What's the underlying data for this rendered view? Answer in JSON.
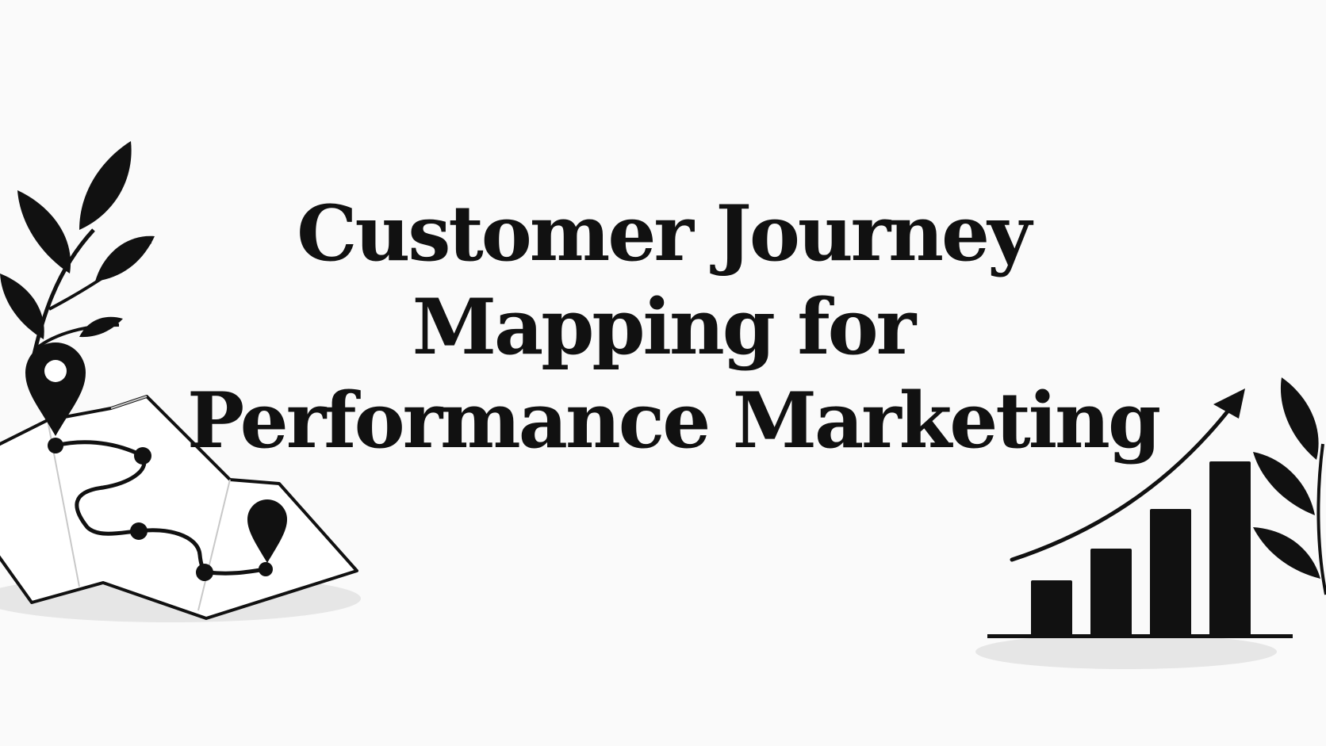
{
  "headline": {
    "line1": "Customer Journey",
    "line2": "Mapping for",
    "line3": "Performance Marketing"
  },
  "illustrations": {
    "left": [
      "leaf-branch-icon",
      "map-icon",
      "map-pin-icon",
      "path-route-icon",
      "map-pin-icon"
    ],
    "right": [
      "bar-chart-icon",
      "trend-arrow-icon",
      "leaf-branch-icon"
    ]
  },
  "colors": {
    "background": "#fafafa",
    "ink": "#111111",
    "shadow": "#e6e6e6",
    "fold_lines": "#c8c8c8"
  }
}
